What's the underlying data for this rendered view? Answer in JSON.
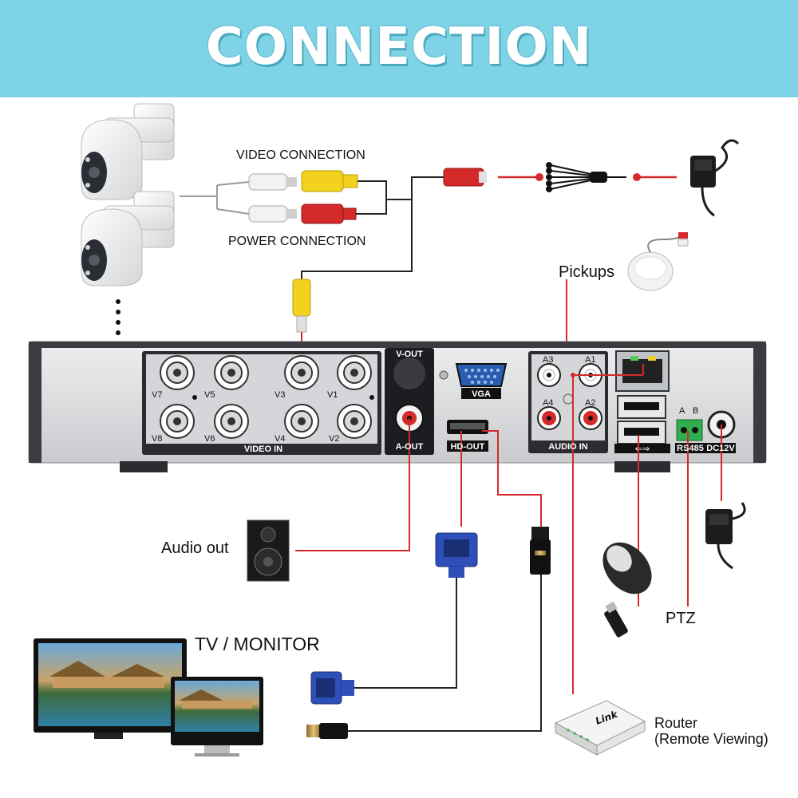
{
  "banner": {
    "title": "CONNECTION"
  },
  "labels": {
    "video_connection": "VIDEO CONNECTION",
    "power_connection": "POWER CONNECTION",
    "pickups": "Pickups",
    "audio_out": "Audio out",
    "tv_monitor": "TV / MONITOR",
    "ptz": "PTZ",
    "router_line1": "Router",
    "router_line2": "(Remote Viewing)",
    "router_brand": "Link"
  },
  "dvr_panel": {
    "video_in_label": "VIDEO IN",
    "channels": [
      "V7",
      "V5",
      "V3",
      "V1",
      "V8",
      "V6",
      "V4",
      "V2"
    ],
    "v_out": "V-OUT",
    "a_out": "A-OUT",
    "vga": "VGA",
    "hd_out": "HD-OUT",
    "audio_in_label": "AUDIO IN",
    "audio_channels": [
      "A3",
      "A1",
      "A4",
      "A2"
    ],
    "rs485": "RS485",
    "rs485_pins": [
      "A",
      "B"
    ],
    "dc12v": "DC12V"
  },
  "colors": {
    "banner": "#7fd3e6",
    "wire_red": "#d42a2a",
    "wire_dark": "#222222",
    "dvr_body": "#d9dbdd",
    "dvr_panel": "#2a2c30"
  }
}
